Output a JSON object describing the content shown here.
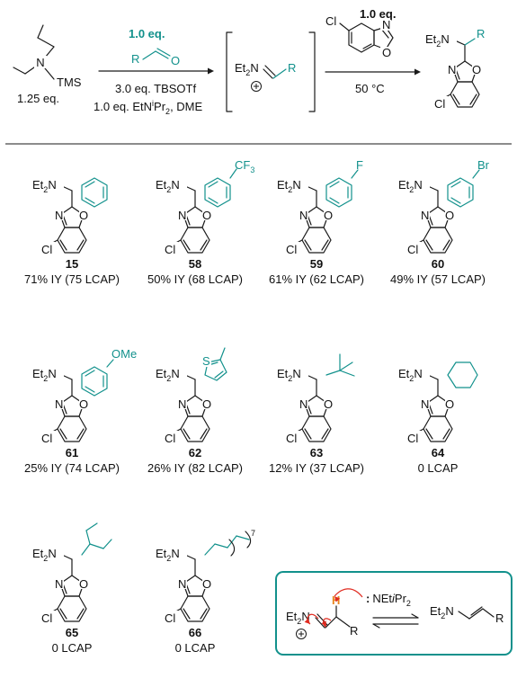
{
  "scheme": {
    "amine_label": "TMS",
    "amine_equiv": "1.25 eq.",
    "aldehyde_equiv": "1.0 eq.",
    "aldehyde_R": "R",
    "aldehyde_O": "O",
    "cond_line1": "3.0 eq. TBSOTf",
    "cond_line2_a": "1.0 eq. EtN",
    "cond_line2_sup": "i",
    "cond_line2_b": "Pr",
    "cond_line2_sub": "2",
    "cond_line2_c": ", DME",
    "iminium_a": "Et",
    "iminium_sub": "2",
    "iminium_b": "N",
    "iminium_R": "R",
    "benzoxazole_equiv": "1.0 eq.",
    "benzoxazole_Cl": "Cl",
    "benzoxazole_N": "N",
    "benzoxazole_O": "O",
    "temp_cond": "50 °C",
    "product_R": "R"
  },
  "common": {
    "et": "Et",
    "two": "2",
    "n": "N",
    "amine_n": "N",
    "o": "O",
    "cl": "Cl"
  },
  "compounds": [
    {
      "num": "15",
      "yield": "71% IY (75 LCAP)"
    },
    {
      "num": "58",
      "yield": "50% IY (68 LCAP)",
      "sub": "CF",
      "sub_idx": "3"
    },
    {
      "num": "59",
      "yield": "61% IY (62 LCAP)",
      "sub": "F"
    },
    {
      "num": "60",
      "yield": "49% IY (57 LCAP)",
      "sub": "Br"
    },
    {
      "num": "61",
      "yield": "25% IY (74 LCAP)",
      "sub": "OMe"
    },
    {
      "num": "62",
      "yield": "26% IY (82 LCAP)",
      "het": "S"
    },
    {
      "num": "63",
      "yield": "12% IY (37 LCAP)"
    },
    {
      "num": "64",
      "yield": "0 LCAP"
    },
    {
      "num": "65",
      "yield": "0 LCAP"
    },
    {
      "num": "66",
      "yield": "0 LCAP",
      "chain_n": "7"
    }
  ],
  "mechanism": {
    "iminium_a": "Et",
    "iminium_sub": "2",
    "iminium_b": "N",
    "H": "H",
    "R": "R",
    "base_colon": ":",
    "base_a": "NEt",
    "base_i": "i",
    "base_b": "Pr",
    "base_sub": "2",
    "enamine_a": "Et",
    "enamine_sub": "2",
    "enamine_b": "N",
    "enamine_R": "R"
  }
}
